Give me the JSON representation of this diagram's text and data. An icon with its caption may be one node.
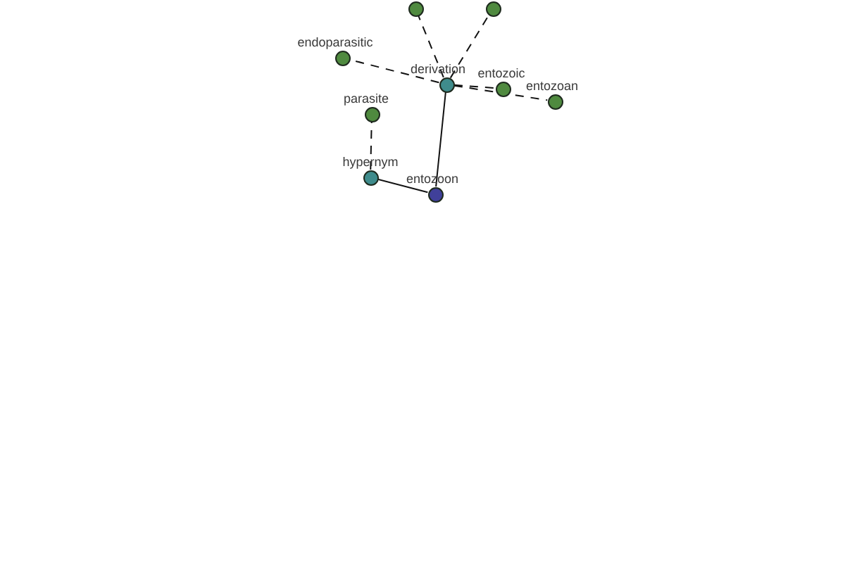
{
  "diagram": {
    "nodes": [
      {
        "text": [],
        "shape": "circle"
      },
      {
        "text": [],
        "shape": "circle"
      },
      {
        "text": [],
        "shape": "circle",
        "beside": [
          "endoparasitic"
        ]
      },
      {
        "text": [],
        "shape": "circle",
        "beside": [
          "derivation"
        ]
      },
      {
        "text": [],
        "shape": "circle",
        "beside": [
          "entozoic"
        ]
      },
      {
        "text": [],
        "shape": "circle",
        "beside": [
          "entozoan"
        ]
      },
      {
        "text": [],
        "shape": "circle",
        "beside": [
          "parasite"
        ]
      },
      {
        "text": [],
        "shape": "circle",
        "beside": [
          "hypernym"
        ]
      },
      {
        "text": [],
        "shape": "circle",
        "beside": [
          "entozoon"
        ]
      }
    ],
    "edges": [
      {
        "from": 8,
        "to": 7,
        "arrow": "none"
      },
      {
        "from": 8,
        "to": 3,
        "arrow": "none"
      },
      {
        "from": 7,
        "to": 6,
        "arrow": "none",
        "style": "dashed"
      },
      {
        "from": 3,
        "to": 2,
        "arrow": "none",
        "style": "dashed"
      },
      {
        "from": 3,
        "to": 0,
        "arrow": "none",
        "style": "dashed"
      },
      {
        "from": 3,
        "to": 1,
        "arrow": "none",
        "style": "dashed"
      },
      {
        "from": 3,
        "to": 4,
        "arrow": "none",
        "style": "dashed"
      },
      {
        "from": 3,
        "to": 5,
        "arrow": "none",
        "style": "dashed"
      }
    ]
  }
}
